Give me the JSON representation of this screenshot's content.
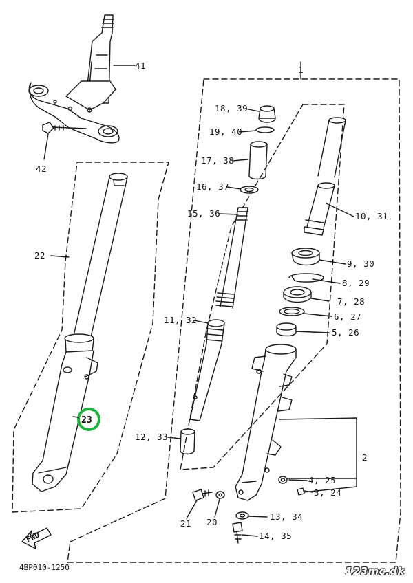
{
  "labels": {
    "p41": "41",
    "p42": "42",
    "p1": "1",
    "p22": "22",
    "p23": "23",
    "p18": "18, 39",
    "p19": "19, 40",
    "p17": "17, 38",
    "p16": "16, 37",
    "p15": "15, 36",
    "p11": "11, 32",
    "p12": "12, 33",
    "p21": "21",
    "p20": "20",
    "p10": "10, 31",
    "p9": "9, 30",
    "p8": "8, 29",
    "p7": "7, 28",
    "p6": "6, 27",
    "p5": "5, 26",
    "p2": "2",
    "p4": "4, 25",
    "p3": "3, 24",
    "p13": "13, 34",
    "p14": "14, 35"
  },
  "fwd_label": "FWD",
  "diagram_code": "4BP010-1250",
  "watermark": "123mc.dk",
  "colors": {
    "line": "#1a1a1a",
    "highlight": "#1db33a",
    "background": "#ffffff"
  }
}
